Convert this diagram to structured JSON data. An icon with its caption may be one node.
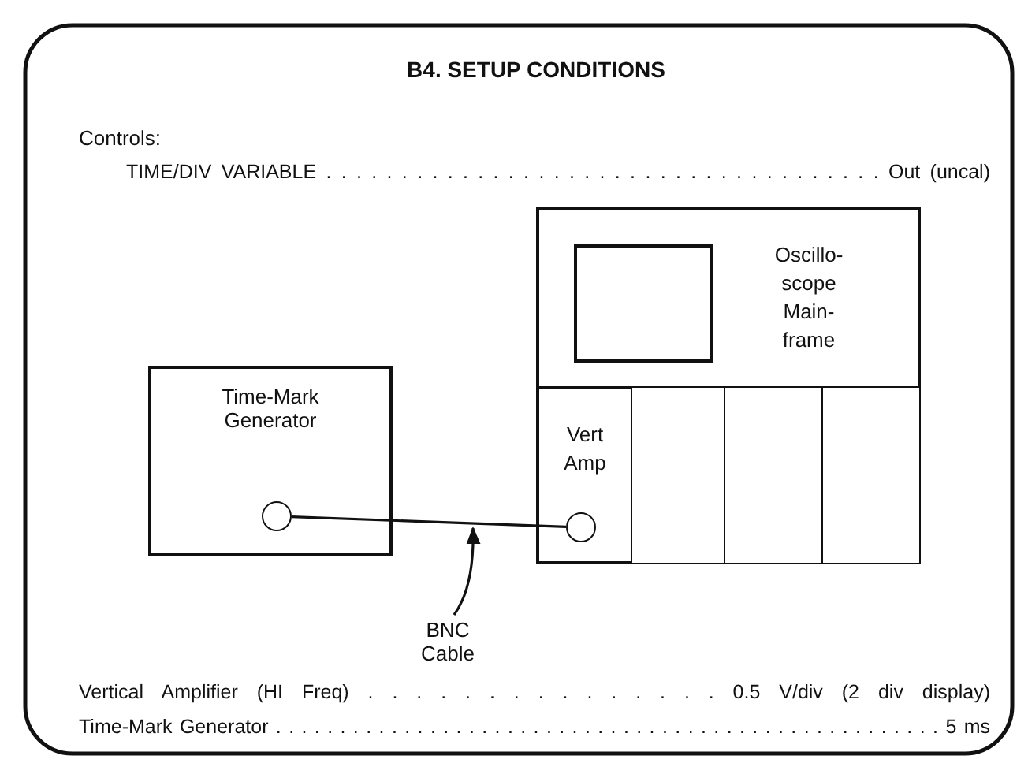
{
  "diagram": {
    "title": "B4. SETUP CONDITIONS",
    "nodes": [
      {
        "text": [
          "Time-Mark Generator"
        ]
      },
      {
        "text": [],
        "shape": "circle",
        "in": 0
      },
      {
        "text": [
          "Oscillo- scope Main- frame"
        ]
      },
      {
        "text": [],
        "shape": "box",
        "in": 2
      },
      {
        "text": [
          "Vert Amp"
        ],
        "in": 2
      },
      {
        "text": [],
        "shape": "circle",
        "in": 4
      },
      {
        "text": [],
        "shape": "box",
        "in": 2
      },
      {
        "text": [],
        "shape": "box",
        "in": 2
      },
      {
        "text": [],
        "shape": "box",
        "in": 2
      },
      {
        "text": [
          "BNC Cable"
        ]
      }
    ],
    "edges": [
      {
        "from": 1,
        "to": 5,
        "arrow": "none"
      },
      {
        "from": 9,
        "to": null,
        "arrow": "to"
      }
    ],
    "labels": [
      "Controls:",
      "TIME/DIV VARIABLE . . . . . . . . . . . . . . . . . . . . . . . . . . . . . . . . . . . . . Out (uncal)",
      "Vertical Amplifier (HI Freq) . . . . . . . . . . . . . . . 0.5 V/div (2 div display)",
      "Time-Mark Generator . . . . . . . . . . . . . . . . . . . . . . . . . . . . . . . . . . . . . . . . . . . . . . . . . . . . 5 ms"
    ]
  }
}
